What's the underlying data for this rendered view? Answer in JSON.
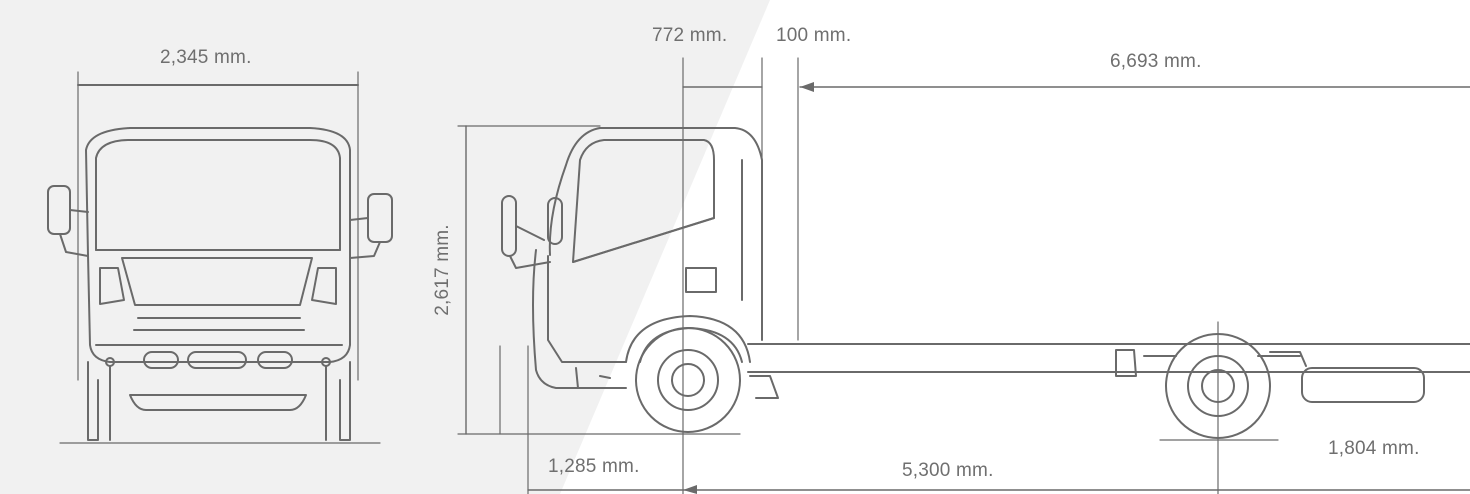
{
  "dimensions": {
    "front_width": "2,345 mm.",
    "front_overhang": "772 mm.",
    "cab_gap": "100 mm.",
    "body_length": "6,693 mm.",
    "overall_height": "2,617 mm.",
    "ground_clearance": "1,285 mm.",
    "wheelbase": "5,300 mm.",
    "rear_track": "1,804 mm."
  },
  "colors": {
    "background_light": "#f1f1f1",
    "background_white": "#ffffff",
    "line": "#6a6a6a",
    "text": "#6f6f6f"
  }
}
